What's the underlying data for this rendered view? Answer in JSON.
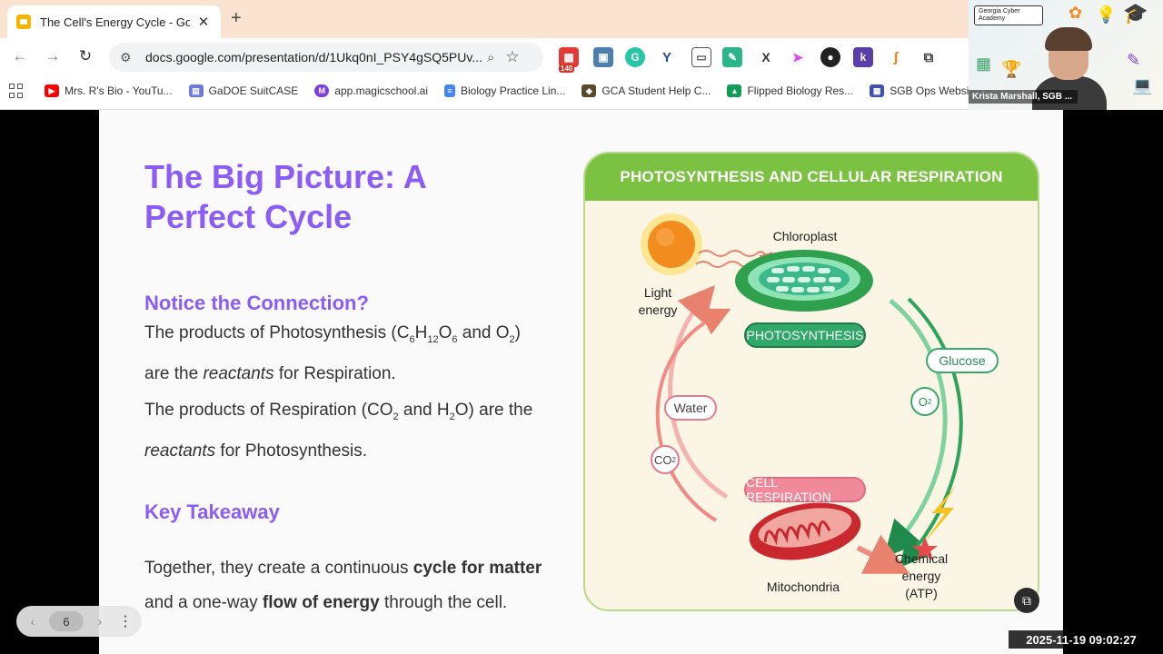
{
  "browser": {
    "tab_title": "The Cell's Energy Cycle - Googl",
    "url": "docs.google.com/presentation/d/1Ukq0nI_PSY4gSQ5PUv...",
    "ext_badge": "140",
    "bookmarks": [
      {
        "label": "Mrs. R's Bio - YouTu...",
        "color": "#ff0000",
        "icon": "youtube-icon"
      },
      {
        "label": "GaDOE SuitCASE",
        "color": "#6c7ae0",
        "icon": "briefcase-icon"
      },
      {
        "label": "app.magicschool.ai",
        "color": "#7b3fe4",
        "icon": "magicschool-icon"
      },
      {
        "label": "Biology Practice Lin...",
        "color": "#4285f4",
        "icon": "docs-icon"
      },
      {
        "label": "GCA Student Help C...",
        "color": "#5a4a2a",
        "icon": "fox-icon"
      },
      {
        "label": "Flipped Biology Res...",
        "color": "#0f9d58",
        "icon": "drive-icon"
      },
      {
        "label": "SGB Ops Website",
        "color": "#3f51b5",
        "icon": "sites-icon"
      }
    ]
  },
  "webcam": {
    "logo": "Georgia Cyber Academy",
    "presenter_name": "Krista Marshall, SGB ..."
  },
  "slide": {
    "title": "The Big Picture: A Perfect Cycle",
    "notice_heading": "Notice the Connection?",
    "p1_a": "The products of Photosynthesis (C",
    "p1_sub1": "6",
    "p1_b": "H",
    "p1_sub2": "12",
    "p1_c": "O",
    "p1_sub3": "6",
    "p1_d": " and O",
    "p1_sub4": "2",
    "p1_e": ")",
    "p1_f": "are the ",
    "p1_em": "reactants",
    "p1_g": " for Respiration.",
    "p2_a": "The products of Respiration (CO",
    "p2_sub1": "2",
    "p2_b": " and H",
    "p2_sub2": "2",
    "p2_c": "O) are the",
    "p2_em": "reactants",
    "p2_d": " for Photosynthesis.",
    "takeaway_heading": "Key Takeaway",
    "t_a": "Together, they create a continuous ",
    "t_b1": "cycle for matter",
    "t_c": "and a one-way ",
    "t_b2": "flow of energy",
    "t_d": " through the cell."
  },
  "diagram": {
    "header": "PHOTOSYNTHESIS AND CELLULAR RESPIRATION",
    "chloroplast": "Chloroplast",
    "light_energy": "Light energy",
    "photosynthesis": "PHOTOSYNTHESIS",
    "glucose": "Glucose",
    "o2": "O",
    "o2_sub": "2",
    "water": "Water",
    "co2": "CO",
    "co2_sub": "2",
    "cell_respiration": "CELL RESPIRATION",
    "mitochondria": "Mitochondria",
    "chemical_energy": "Chemical energy (ATP)"
  },
  "controls": {
    "page_number": "6",
    "timestamp": "2025-11-19  09:02:27"
  }
}
